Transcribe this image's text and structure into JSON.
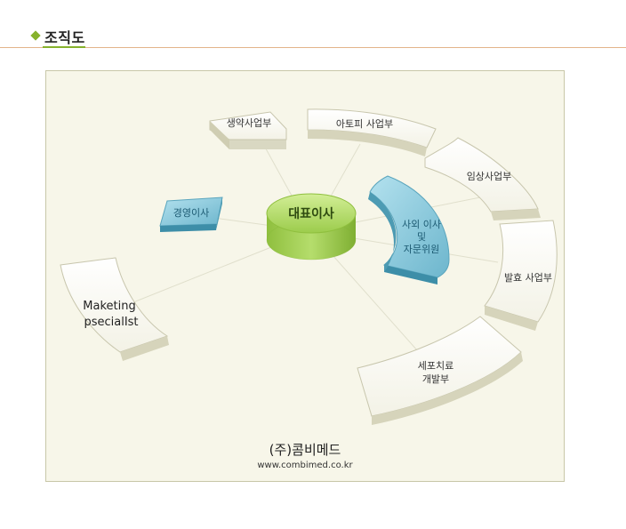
{
  "header": {
    "title": "조직도"
  },
  "center": {
    "label": "대표이사"
  },
  "nodes": {
    "left_small": {
      "label": "경영이사"
    },
    "advisory": {
      "lines": [
        "사외 이사",
        "및",
        "자문위원"
      ]
    },
    "biz1": {
      "label": "생약사업부"
    },
    "biz2": {
      "label": "아토피 사업부"
    },
    "biz3": {
      "label": "임상사업부"
    },
    "biz4": {
      "label": "발효 사업부"
    },
    "biz5": {
      "lines": [
        "세포치료",
        "개발부"
      ]
    },
    "marketing": {
      "lines": [
        "Maketing",
        "psecialIst"
      ]
    }
  },
  "footer": {
    "company": "(주)콤비메드",
    "url": "www.combimed.co.kr"
  },
  "colors": {
    "accent": "#86b22c",
    "rule": "#e3b48a",
    "center_fill": "#a9d65a",
    "blue_fill": "#7fc3d8"
  }
}
